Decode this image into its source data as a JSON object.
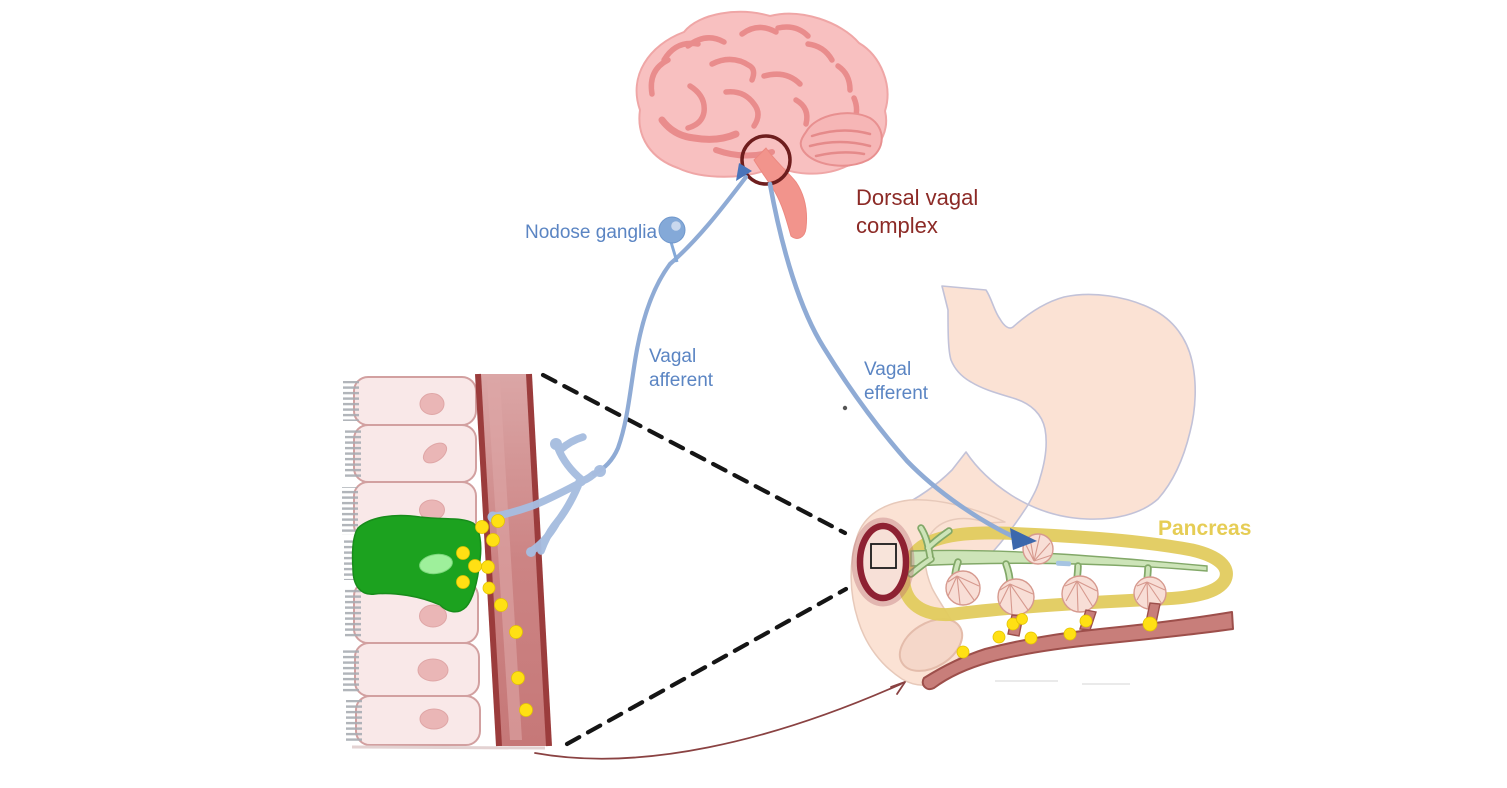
{
  "figure": {
    "type": "physiology-diagram",
    "labels": {
      "nodose_ganglia": "Nodose ganglia",
      "dorsal_vagal_complex_line1": "Dorsal vagal",
      "dorsal_vagal_complex_line2": "complex",
      "vagal_afferent_line1": "Vagal",
      "vagal_afferent_line2": "afferent",
      "vagal_efferent_line1": "Vagal",
      "vagal_efferent_line2": "efferent",
      "pancreas": "Pancreas"
    },
    "parts": [
      "brain",
      "cerebellum",
      "brainstem",
      "dorsal-vagal-complex-circle",
      "nodose-ganglion",
      "vagal-afferent-nerve",
      "vagal-efferent-nerve",
      "stomach",
      "duodenum",
      "pancreas-outline",
      "pancreatic-duct",
      "pancreatic-acini",
      "pancreatic-blood-vessel",
      "hormone-granules",
      "intestinal-epithelium",
      "brush-border",
      "enteroendocrine-cell",
      "mucosal-blood-vessel",
      "vagal-afferent-terminal",
      "magnified-region-marker",
      "zoom-dashed-lines",
      "gut-to-pancreas-arrow"
    ],
    "colors": {
      "label_blue": "#5b85c3",
      "label_dark_red": "#8c2a26",
      "pancreas_label": "#e6cd55",
      "brain_fill": "#f8c0c0",
      "brain_sulci": "#e98a8a",
      "brainstem_fill": "#f2948c",
      "dvc_circle": "#6e1d1d",
      "nerve_blue": "#8fabd5",
      "nerve_terminal_blue": "#a7bde0",
      "arrowhead_blue": "#3c68ac",
      "stomach_fill": "#fbe2d4",
      "stomach_outline": "#c2c2d8",
      "pancreas_yellow": "#e2cb5e",
      "duct_green_fill": "#cde4b8",
      "duct_green_outline": "#82a868",
      "duct_junction_green": "#53803f",
      "acinus_fill": "#f8ded6",
      "acinus_outline": "#d6998e",
      "vessel_fill": "#c87e7a",
      "vessel_outline": "#9d4f4b",
      "hormone_yellow": "#ffe014",
      "cell_fill": "#f9e8e8",
      "cell_outline": "#d2a0a0",
      "nucleus_pink": "#eab6b6",
      "brush_border_grey": "#a9adb3",
      "endocrine_green": "#1ca21f",
      "endocrine_nucleus_green": "#9ef09b",
      "mucosa_vessel_wall": "#9b3c3c",
      "mucosa_vessel_fill": "#cf8585",
      "magnifier_ring": "#8e2132",
      "dashed_line_black": "#151515",
      "arrow_maroon": "#8a4242"
    }
  }
}
